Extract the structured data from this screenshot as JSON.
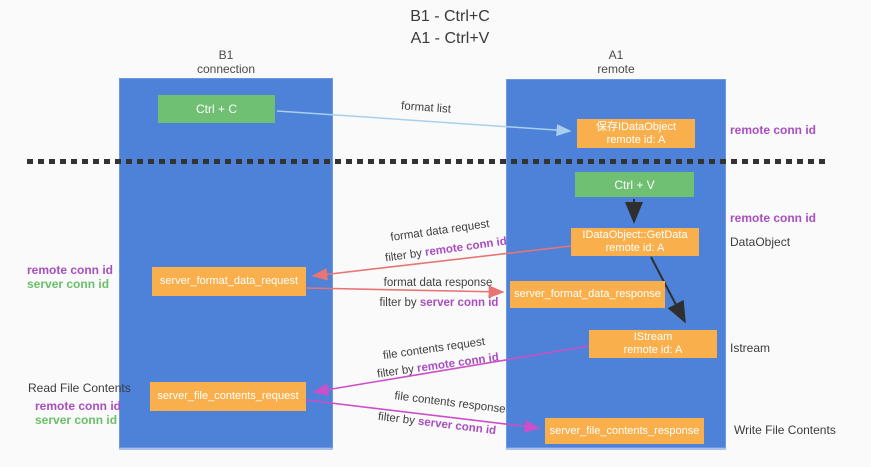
{
  "title": {
    "line1": "B1 - Ctrl+C",
    "line2": "A1 - Ctrl+V"
  },
  "lanes": {
    "left": {
      "header_line1": "B1",
      "header_line2": "connection"
    },
    "right": {
      "header_line1": "A1",
      "header_line2": "remote"
    }
  },
  "nodes": {
    "ctrl_c": {
      "label": "Ctrl + C"
    },
    "ctrl_v": {
      "label": "Ctrl + V"
    },
    "save_idataobject": {
      "line1": "保存IDataObject",
      "line2": "remote id: A"
    },
    "getdata": {
      "line1": "IDataObject::GetData",
      "line2": "remote id: A"
    },
    "istream": {
      "line1": "IStream",
      "line2": "remote id: A"
    },
    "format_request": {
      "label": "server_format_data_request"
    },
    "format_response": {
      "label": "server_format_data_response"
    },
    "file_request": {
      "label": "server_file_contents_request"
    },
    "file_response": {
      "label": "server_file_contents_response"
    }
  },
  "edge_labels": {
    "format_list": "format list",
    "format_data_request": "format data request",
    "filter_remote_1": {
      "prefix": "filter by ",
      "id": "remote conn id"
    },
    "format_data_response": "format data response",
    "filter_server_1": {
      "prefix": "filter by ",
      "id": "server conn id"
    },
    "file_contents_request": "file contents request",
    "filter_remote_2": {
      "prefix": "filter by ",
      "id": "remote conn id"
    },
    "file_contents_response": "file contents response",
    "filter_server_2": {
      "prefix": "filter by ",
      "id": "server conn id"
    }
  },
  "annotations": {
    "right_remote_conn_id_1": "remote conn id",
    "right_remote_conn_id_2": "remote conn id",
    "right_dataobject": "DataObject",
    "right_istream": "Istream",
    "right_write_file": "Write File Contents",
    "left_remote_conn_id_1": "remote conn id",
    "left_server_conn_id_1": "server conn id",
    "left_read_file": "Read File Contents",
    "left_remote_conn_id_2": "remote conn id",
    "left_server_conn_id_2": "server conn id"
  },
  "colors": {
    "lane_blue": "#4d82d8",
    "node_orange": "#f9b04c",
    "node_green": "#70c073",
    "arrow_light_blue": "#a9cfee",
    "arrow_red": "#e87474",
    "arrow_magenta": "#cb4fc9",
    "arrow_black": "#2f2f2f",
    "conn_id_purple": "#a94ec1",
    "conn_id_green": "#6abf69",
    "text_dark": "#3c3c3c"
  }
}
